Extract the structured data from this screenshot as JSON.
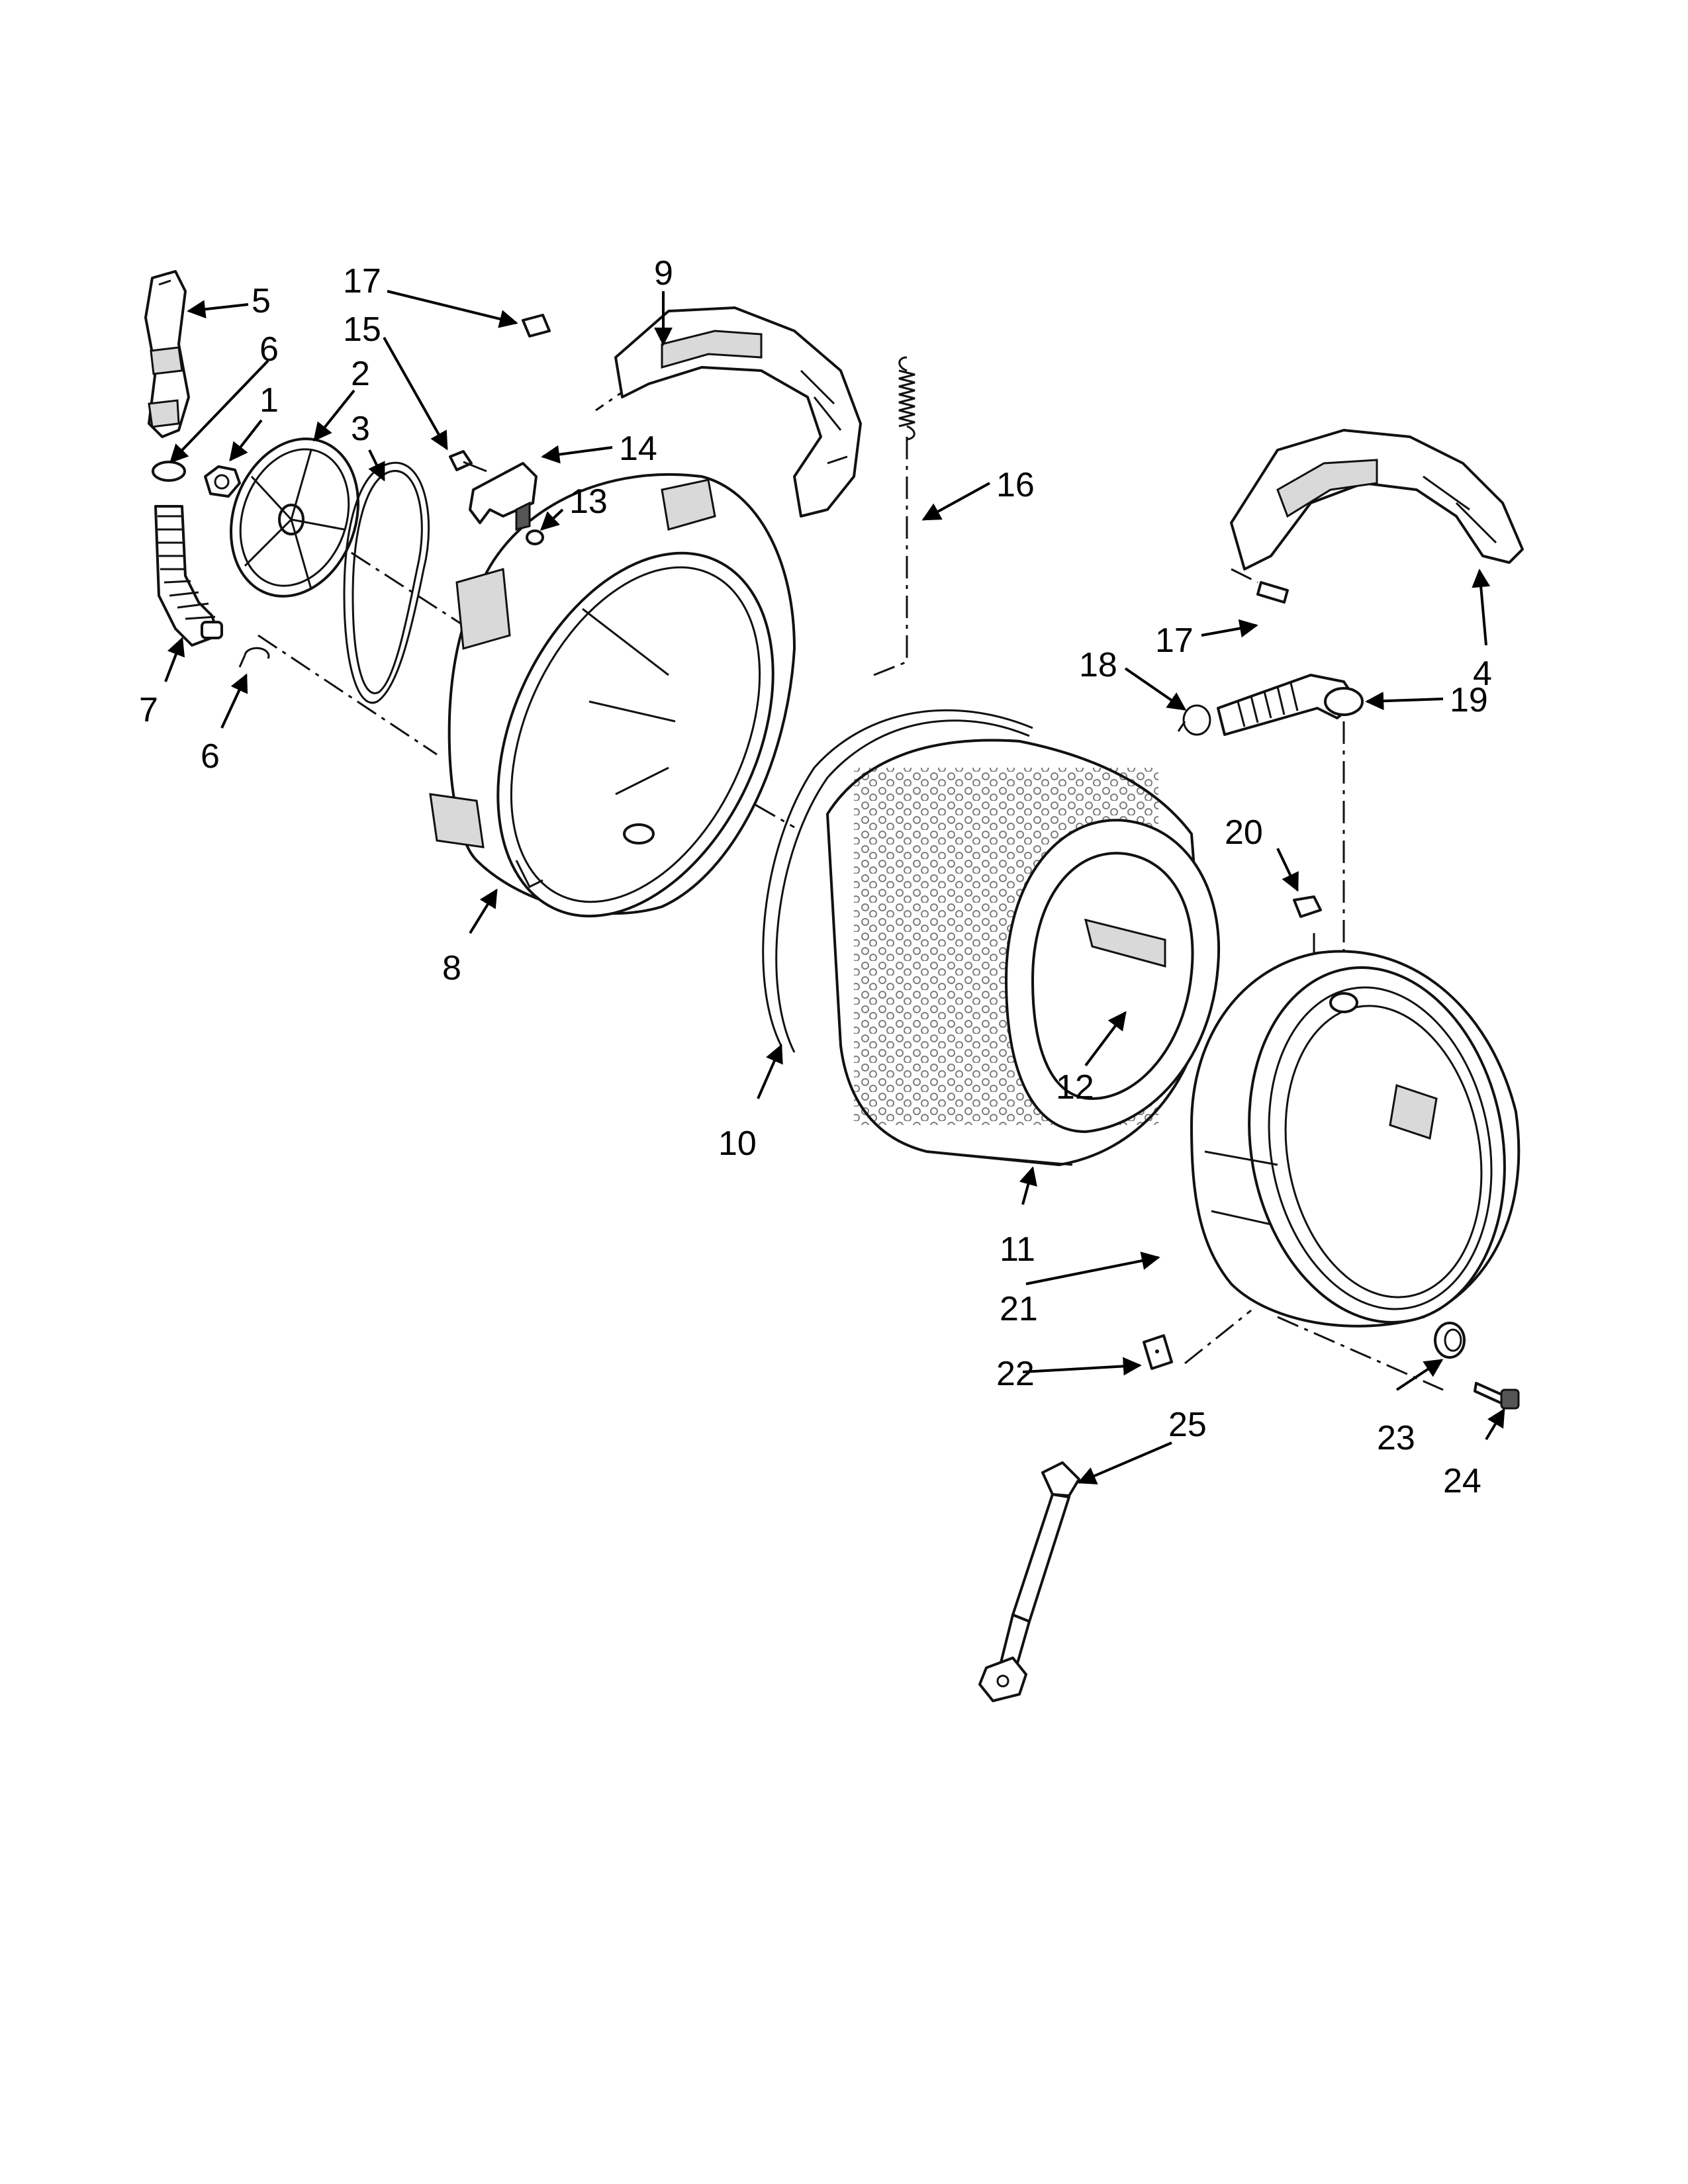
{
  "callouts": {
    "c1": "1",
    "c2": "2",
    "c3": "3",
    "c4": "4",
    "c5": "5",
    "c6a": "6",
    "c6b": "6",
    "c7": "7",
    "c8": "8",
    "c9": "9",
    "c10": "10",
    "c11": "11",
    "c12": "12",
    "c13": "13",
    "c14": "14",
    "c15": "15",
    "c16": "16",
    "c17a": "17",
    "c17b": "17",
    "c18": "18",
    "c19": "19",
    "c20": "20",
    "c21": "21",
    "c22": "22",
    "c23": "23",
    "c24": "24",
    "c25": "25"
  },
  "colors": {
    "line": "#111111",
    "background": "#ffffff",
    "fill": "#d9d9d9"
  }
}
